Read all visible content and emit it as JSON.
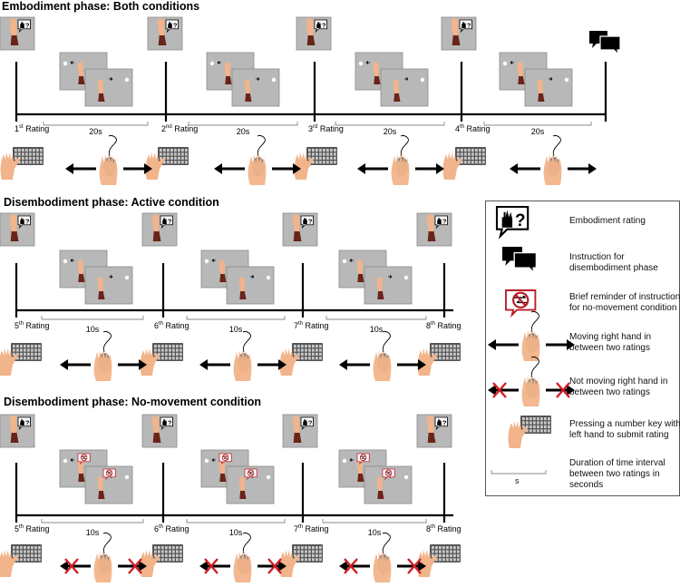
{
  "sections": [
    {
      "title": "Embodiment phase: Both conditions",
      "ratings": [
        {
          "ord": "1",
          "sup": "st",
          "word": "Rating"
        },
        {
          "ord": "2",
          "sup": "nd",
          "word": "Rating"
        },
        {
          "ord": "3",
          "sup": "rd",
          "word": "Rating"
        },
        {
          "ord": "4",
          "sup": "th",
          "word": "Rating"
        }
      ],
      "interval": "20s"
    },
    {
      "title": "Disembodiment phase: Active condition",
      "ratings": [
        {
          "ord": "5",
          "sup": "th",
          "word": "Rating"
        },
        {
          "ord": "6",
          "sup": "th",
          "word": "Rating"
        },
        {
          "ord": "7",
          "sup": "th",
          "word": "Rating"
        },
        {
          "ord": "8",
          "sup": "th",
          "word": "Rating"
        }
      ],
      "interval": "10s"
    },
    {
      "title": "Disembodiment phase: No-movement condition",
      "ratings": [
        {
          "ord": "5",
          "sup": "th",
          "word": "Rating"
        },
        {
          "ord": "6",
          "sup": "th",
          "word": "Rating"
        },
        {
          "ord": "7",
          "sup": "th",
          "word": "Rating"
        },
        {
          "ord": "8",
          "sup": "th",
          "word": "Rating"
        }
      ],
      "interval": "10s"
    }
  ],
  "rating_symbol": "?",
  "legend": [
    {
      "icon": "embodiment-rating-icon",
      "text": "Embodiment rating"
    },
    {
      "icon": "instruction-speech-bubbles-icon",
      "text": "Instruction for\ndisembodiment phase"
    },
    {
      "icon": "no-movement-reminder-icon",
      "text": "Brief reminder of instruction\nfor no-movement condition"
    },
    {
      "icon": "moving-hand-icon",
      "text": "Moving right hand in\nbetween two ratings"
    },
    {
      "icon": "not-moving-hand-icon",
      "text": "Not moving right hand in\nbetween two ratings"
    },
    {
      "icon": "keyboard-hand-icon",
      "text": "Pressing a number key with\nleft hand to submit rating"
    },
    {
      "icon": "interval-bracket-icon",
      "text": "Duration of time interval\nbetween two ratings in\nseconds",
      "bracket_label": "s"
    }
  ],
  "colors": {
    "skin": "#f2b48a",
    "sleeve": "#6b2418",
    "screen": "#b8b8b8",
    "mouse": "#7a7a7a",
    "cross": "#d21f26",
    "reminder": "#b81e25"
  }
}
